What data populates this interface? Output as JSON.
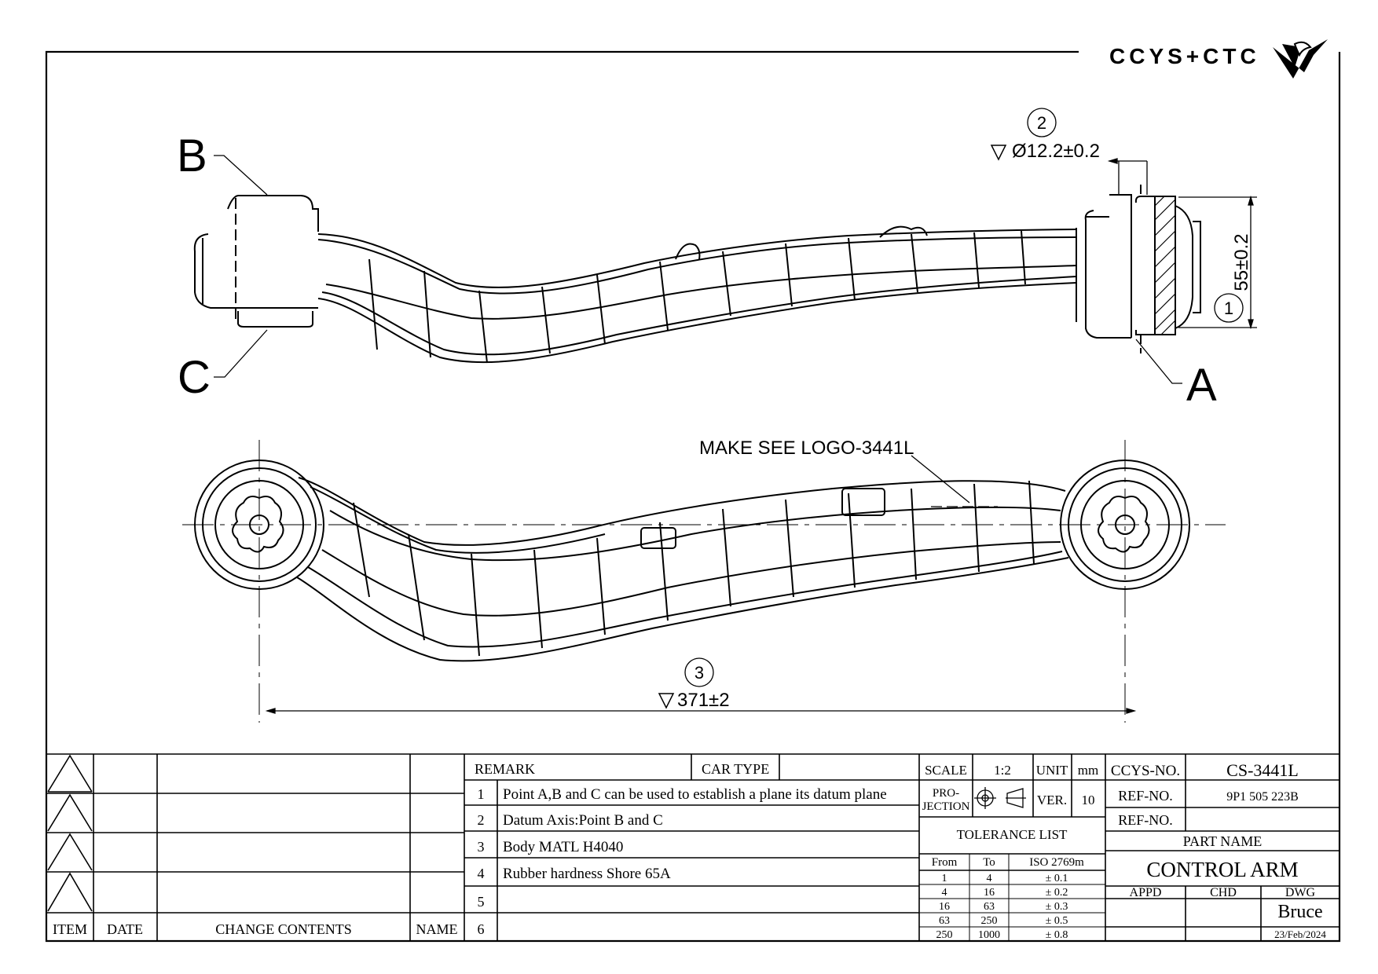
{
  "logo": {
    "text": "CCYS+CTC"
  },
  "labels": {
    "b": "B",
    "c": "C",
    "a": "A"
  },
  "balloons": {
    "one": "1",
    "two": "2",
    "three": "3"
  },
  "dimensions": {
    "dia": "Ø12.2±0.2",
    "height": "55±0.2",
    "length": "371±2"
  },
  "note": "MAKE SEE LOGO-3441L",
  "revision_table": {
    "headers": {
      "item": "ITEM",
      "date": "DATE",
      "contents": "CHANGE CONTENTS",
      "name": "NAME"
    }
  },
  "remarks": {
    "header": "REMARK",
    "car_type": "CAR TYPE",
    "rows": [
      {
        "n": "1",
        "text": "Point A,B and C can be used to establish a plane its datum plane"
      },
      {
        "n": "2",
        "text": "Datum Axis:Point B and C"
      },
      {
        "n": "3",
        "text": "Body MATL H4040"
      },
      {
        "n": "4",
        "text": "Rubber hardness Shore 65A"
      },
      {
        "n": "5",
        "text": ""
      },
      {
        "n": "6",
        "text": ""
      }
    ]
  },
  "spec": {
    "scale_label": "SCALE",
    "scale": "1:2",
    "unit_label": "UNIT",
    "unit": "mm",
    "projection_label_1": "PRO-",
    "projection_label_2": "JECTION",
    "ver_label": "VER.",
    "ver": "10",
    "tolerance_title": "TOLERANCE LIST",
    "tol_headers": {
      "from": "From",
      "to": "To",
      "iso": "ISO 2769m"
    },
    "tol_rows": [
      {
        "from": "1",
        "to": "4",
        "tol": "± 0.1"
      },
      {
        "from": "4",
        "to": "16",
        "tol": "± 0.2"
      },
      {
        "from": "16",
        "to": "63",
        "tol": "± 0.3"
      },
      {
        "from": "63",
        "to": "250",
        "tol": "± 0.5"
      },
      {
        "from": "250",
        "to": "1000",
        "tol": "± 0.8"
      }
    ]
  },
  "title_block": {
    "ccys_label": "CCYS-NO.",
    "ccys_no": "CS-3441L",
    "ref_label_1": "REF-NO.",
    "ref_no_1": "9P1 505 223B",
    "ref_label_2": "REF-NO.",
    "ref_no_2": "",
    "part_name_label": "PART NAME",
    "part_name": "CONTROL ARM",
    "appd": "APPD",
    "chd": "CHD",
    "dwg": "DWG",
    "drawn_by": "Bruce",
    "date": "23/Feb/2024"
  }
}
